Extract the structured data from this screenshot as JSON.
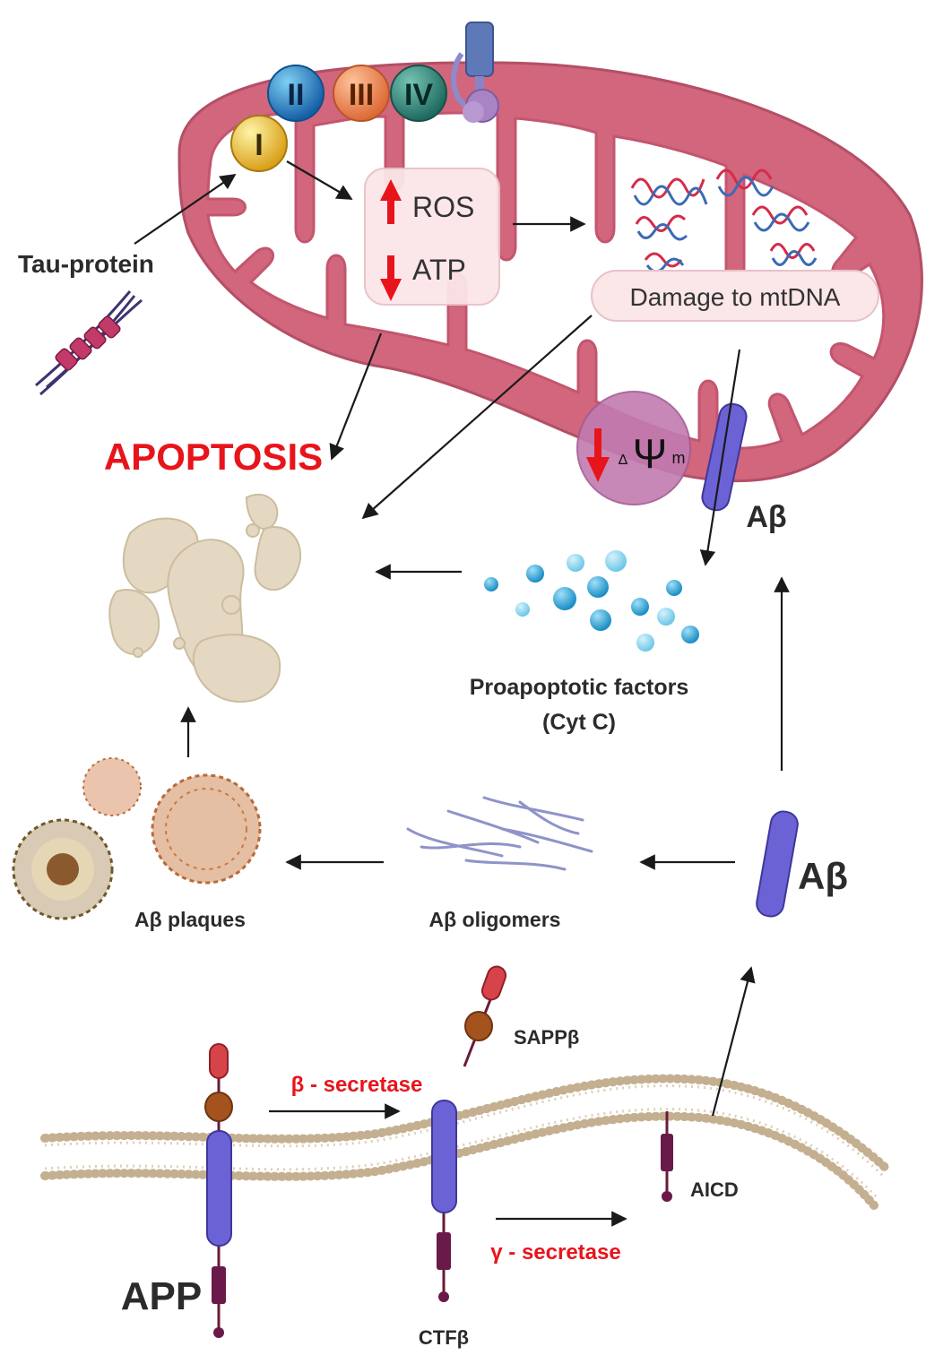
{
  "mitochondrion": {
    "complexes": [
      "I",
      "II",
      "III",
      "IV"
    ],
    "ros_label": "ROS",
    "atp_label": "ATP",
    "mtdna_label": "Damage to mtDNA",
    "delta_psi": {
      "delta": "Δ",
      "psi": "Ψ",
      "sub": "m"
    }
  },
  "tau_label": "Tau-protein",
  "apoptosis_label": "APOPTOSIS",
  "abeta_mito_label": "Aβ",
  "proapoptotic": {
    "line1": "Proapoptotic factors",
    "line2": "(Cyt C)"
  },
  "abeta_label": "Aβ",
  "oligomers_label": "Aβ oligomers",
  "plaques_label": "Aβ plaques",
  "membrane": {
    "sappb_label": "SAPPβ",
    "beta_secretase_label": "β - secretase",
    "gamma_secretase_label": "γ - secretase",
    "aicd_label": "AICD",
    "ctfb_label": "CTFβ",
    "app_label": "APP"
  },
  "colors": {
    "mito_outer": "#d1667d",
    "mito_inner": "#ffffff",
    "alert_red": "#e8141b",
    "abeta_purple": "#6b62d6",
    "cytc_blue": "#2a9fd2",
    "complex_I": "#e9b92a",
    "complex_II": "#1b83c6",
    "complex_III": "#ee8a52",
    "complex_IV": "#2d8a7e",
    "plaque_brown": "#b86a3a"
  }
}
